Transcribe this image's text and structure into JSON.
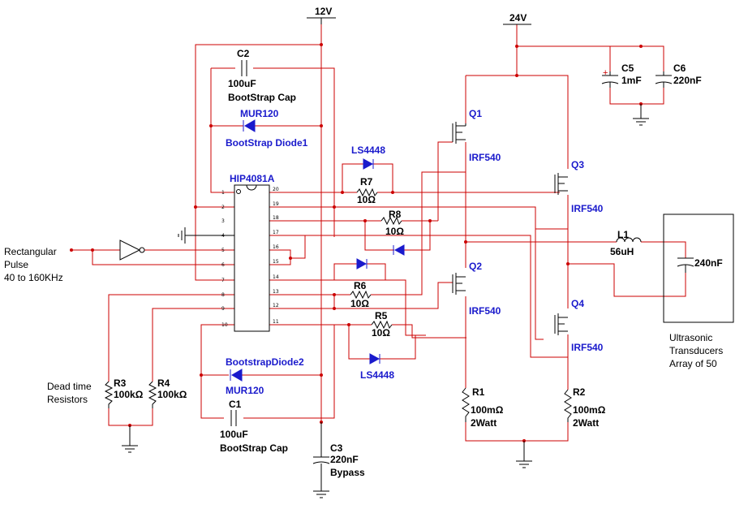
{
  "power": {
    "v12": "12V",
    "v24": "24V"
  },
  "ic": {
    "name": "HIP4081A",
    "pins_left": [
      "1",
      "2",
      "3",
      "4",
      "5",
      "6",
      "7",
      "8",
      "9",
      "10"
    ],
    "pins_right": [
      "20",
      "19",
      "18",
      "17",
      "16",
      "15",
      "14",
      "13",
      "12",
      "11"
    ]
  },
  "input": {
    "l1": "Rectangular",
    "l2": "Pulse",
    "l3": "40 to 160KHz"
  },
  "dead_time": {
    "l1": "Dead time",
    "l2": "Resistors"
  },
  "transducer": {
    "l1": "Ultrasonic",
    "l2": "Transducers",
    "l3": "Array of 50"
  },
  "components": {
    "c2": {
      "ref": "C2",
      "value": "100uF",
      "desc": "BootStrap Cap"
    },
    "c1": {
      "ref": "C1",
      "value": "100uF",
      "desc": "BootStrap Cap"
    },
    "c3": {
      "ref": "C3",
      "value": "220nF",
      "desc": "Bypass"
    },
    "c5": {
      "ref": "C5",
      "value": "1mF",
      "plus": "+"
    },
    "c6": {
      "ref": "C6",
      "value": "220nF"
    },
    "c_load": {
      "value": "240nF"
    },
    "d_top": {
      "part": "MUR120",
      "name": "BootStrap Diode1"
    },
    "d_bot": {
      "part": "MUR120",
      "name": "BootstrapDiode2"
    },
    "ls_top": {
      "part": "LS4448"
    },
    "ls_bot": {
      "part": "LS4448"
    },
    "r7": {
      "ref": "R7",
      "value": "10Ω"
    },
    "r8": {
      "ref": "R8",
      "value": "10Ω"
    },
    "r6": {
      "ref": "R6",
      "value": "10Ω"
    },
    "r5": {
      "ref": "R5",
      "value": "10Ω"
    },
    "r3": {
      "ref": "R3",
      "value": "100kΩ"
    },
    "r4": {
      "ref": "R4",
      "value": "100kΩ"
    },
    "r1": {
      "ref": "R1",
      "value": "100mΩ",
      "power": "2Watt"
    },
    "r2": {
      "ref": "R2",
      "value": "100mΩ",
      "power": "2Watt"
    },
    "l1": {
      "ref": "L1",
      "value": "56uH"
    },
    "q1": {
      "ref": "Q1",
      "part": "IRF540"
    },
    "q2": {
      "ref": "Q2",
      "part": "IRF540"
    },
    "q3": {
      "ref": "Q3",
      "part": "IRF540"
    },
    "q4": {
      "ref": "Q4",
      "part": "IRF540"
    }
  },
  "colors": {
    "wire": "#cc0000",
    "part_label": "#1a1acc",
    "ink": "#000000"
  }
}
